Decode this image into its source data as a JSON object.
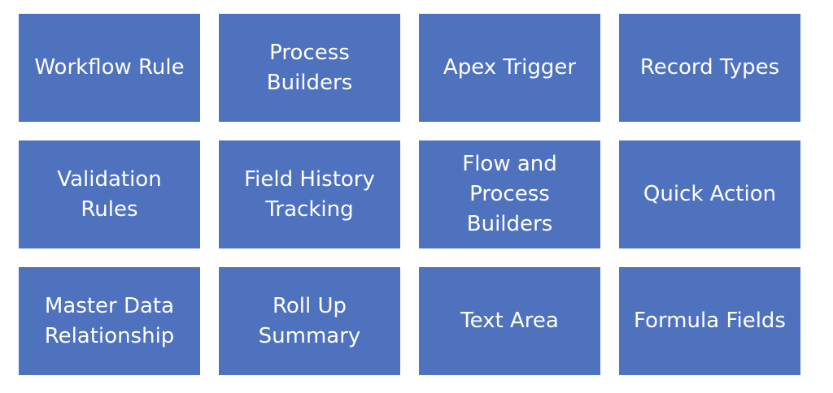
{
  "colors": {
    "tile_fill": "#4f72be",
    "tile_text": "#ffffff",
    "background": "#ffffff"
  },
  "tiles": [
    {
      "label": "Workflow Rule"
    },
    {
      "label": "Process\nBuilders"
    },
    {
      "label": "Apex Trigger"
    },
    {
      "label": "Record Types"
    },
    {
      "label": "Validation\nRules"
    },
    {
      "label": "Field History\nTracking"
    },
    {
      "label": "Flow and\nProcess\nBuilders"
    },
    {
      "label": "Quick Action"
    },
    {
      "label": "Master Data\nRelationship"
    },
    {
      "label": "Roll Up\nSummary"
    },
    {
      "label": "Text Area"
    },
    {
      "label": "Formula Fields"
    }
  ]
}
